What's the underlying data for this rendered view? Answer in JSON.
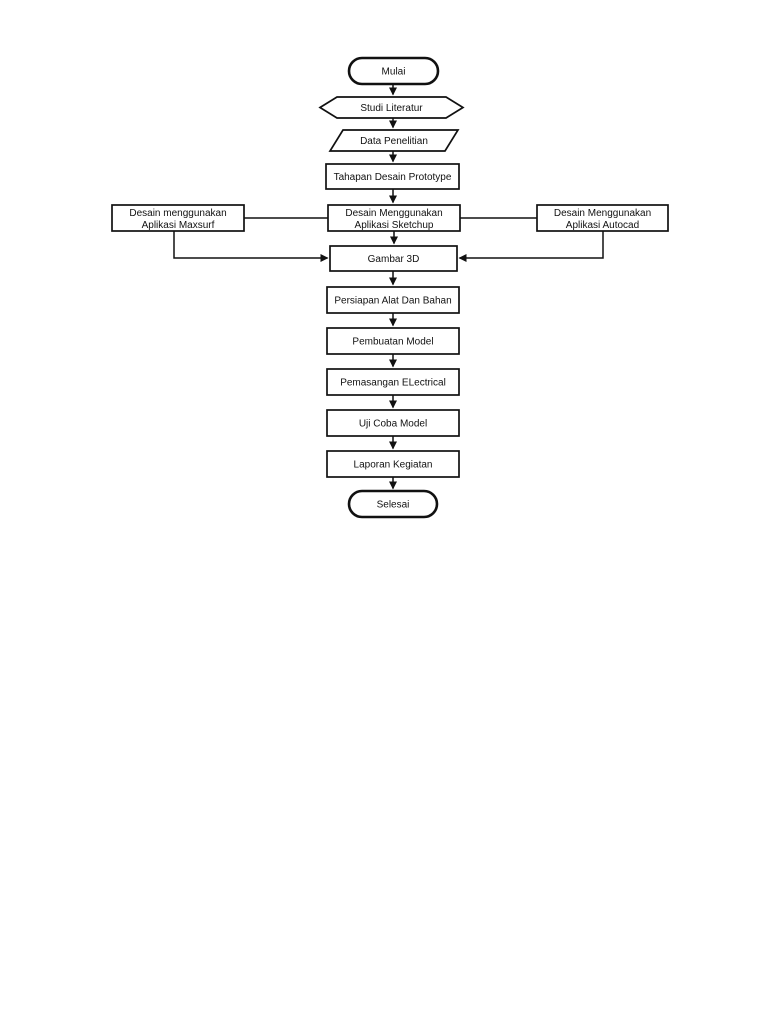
{
  "page": {
    "background": "#ffffff"
  },
  "flowchart": {
    "colors": {
      "stroke": "#111111",
      "node_fill": "#ffffff",
      "text": "#111111"
    },
    "nodes": [
      {
        "id": "mulai",
        "shape": "terminator",
        "label": "Mulai"
      },
      {
        "id": "studi-literatur",
        "shape": "hexagon",
        "label": "Studi Literatur"
      },
      {
        "id": "data-penelitian",
        "shape": "parallelogram",
        "label": "Data Penelitian"
      },
      {
        "id": "tahapan-desain-prototype",
        "shape": "process",
        "label": "Tahapan Desain Prototype"
      },
      {
        "id": "desain-maxsurf",
        "shape": "process",
        "lines": [
          "Desain menggunakan",
          "Aplikasi Maxsurf"
        ]
      },
      {
        "id": "desain-sketchup",
        "shape": "process",
        "lines": [
          "Desain Menggunakan",
          "Aplikasi Sketchup"
        ]
      },
      {
        "id": "desain-autocad",
        "shape": "process",
        "lines": [
          "Desain Menggunakan",
          "Aplikasi Autocad"
        ]
      },
      {
        "id": "gambar-3d",
        "shape": "process",
        "label": "Gambar 3D"
      },
      {
        "id": "persiapan-alat-dan-bahan",
        "shape": "process",
        "label": "Persiapan Alat Dan Bahan"
      },
      {
        "id": "pembuatan-model",
        "shape": "process",
        "label": "Pembuatan Model"
      },
      {
        "id": "pemasangan-electrical",
        "shape": "process",
        "label": "Pemasangan ELectrical"
      },
      {
        "id": "uji-coba-model",
        "shape": "process",
        "label": "Uji Coba Model"
      },
      {
        "id": "laporan-kegiatan",
        "shape": "process",
        "label": "Laporan Kegiatan"
      },
      {
        "id": "selesai",
        "shape": "terminator",
        "label": "Selesai"
      }
    ],
    "edges": [
      {
        "from": "mulai",
        "to": "studi-literatur",
        "arrow": true
      },
      {
        "from": "studi-literatur",
        "to": "data-penelitian",
        "arrow": true
      },
      {
        "from": "data-penelitian",
        "to": "tahapan-desain-prototype",
        "arrow": true
      },
      {
        "from": "tahapan-desain-prototype",
        "to": "desain-sketchup",
        "arrow": true
      },
      {
        "from": "desain-maxsurf",
        "to": "desain-sketchup",
        "arrow": false
      },
      {
        "from": "desain-sketchup",
        "to": "desain-autocad",
        "arrow": false
      },
      {
        "from": "desain-sketchup",
        "to": "gambar-3d",
        "arrow": true
      },
      {
        "from": "desain-maxsurf",
        "to": "gambar-3d",
        "arrow": true
      },
      {
        "from": "desain-autocad",
        "to": "gambar-3d",
        "arrow": true
      },
      {
        "from": "gambar-3d",
        "to": "persiapan-alat-dan-bahan",
        "arrow": true
      },
      {
        "from": "persiapan-alat-dan-bahan",
        "to": "pembuatan-model",
        "arrow": true
      },
      {
        "from": "pembuatan-model",
        "to": "pemasangan-electrical",
        "arrow": true
      },
      {
        "from": "pemasangan-electrical",
        "to": "uji-coba-model",
        "arrow": true
      },
      {
        "from": "uji-coba-model",
        "to": "laporan-kegiatan",
        "arrow": true
      },
      {
        "from": "laporan-kegiatan",
        "to": "selesai",
        "arrow": true
      }
    ]
  }
}
